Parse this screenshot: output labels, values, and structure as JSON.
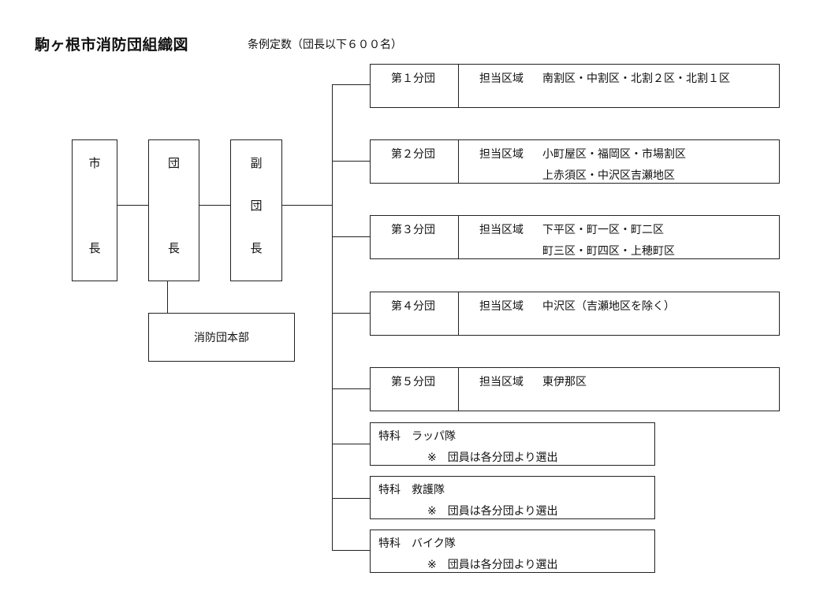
{
  "title": "駒ヶ根市消防団組織図",
  "quota": "条例定数（団長以下６００名）",
  "chain": {
    "mayor": [
      "市",
      "長"
    ],
    "chief": [
      "団",
      "長"
    ],
    "vice_chief": [
      "副",
      "団",
      "長"
    ]
  },
  "hq": "消防団本部",
  "area_label": "担当区域",
  "units": [
    {
      "name": "第１分団",
      "areas": [
        "南割区・中割区・北割２区・北割１区"
      ]
    },
    {
      "name": "第２分団",
      "areas": [
        "小町屋区・福岡区・市場割区",
        "上赤須区・中沢区吉瀬地区"
      ]
    },
    {
      "name": "第３分団",
      "areas": [
        "下平区・町一区・町二区",
        "町三区・町四区・上穂町区"
      ]
    },
    {
      "name": "第４分団",
      "areas": [
        "中沢区（吉瀬地区を除く）"
      ]
    },
    {
      "name": "第５分団",
      "areas": [
        "東伊那区"
      ]
    }
  ],
  "specials": [
    {
      "name": "特科　ラッパ隊",
      "note": "※　団員は各分団より選出"
    },
    {
      "name": "特科　救護隊",
      "note": "※　団員は各分団より選出"
    },
    {
      "name": "特科　バイク隊",
      "note": "※　団員は各分団より選出"
    }
  ]
}
